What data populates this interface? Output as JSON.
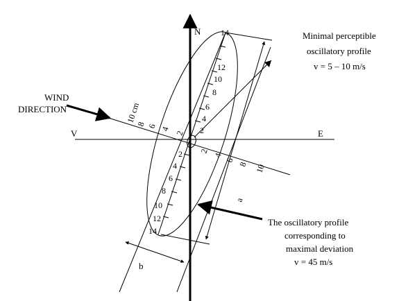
{
  "compass": {
    "north": "N",
    "west": "V",
    "east": "E"
  },
  "wind": {
    "line1": "WIND",
    "line2": "DIRECTION",
    "scale_unit_label": "10 cm"
  },
  "top_annotation": {
    "line1": "Minimal perceptible",
    "line2": "oscillatory profile",
    "line3": "v = 5 – 10 m/s"
  },
  "bottom_annotation": {
    "line1": "The oscillatory profile",
    "line2": "corresponding to",
    "line3": "maximal deviation",
    "line4": "v = 45 m/s"
  },
  "dimension_labels": {
    "a": "a",
    "b": "b"
  },
  "scales": {
    "major_axis_upper": [
      "14",
      "12",
      "10",
      "8",
      "6",
      "4",
      "2"
    ],
    "major_axis_lower": [
      "2",
      "4",
      "6",
      "8",
      "10",
      "12",
      "14"
    ],
    "wind_axis_upper": [
      "8",
      "6",
      "4",
      "2"
    ],
    "wind_axis_lower": [
      "2",
      "4",
      "6",
      "8",
      "10"
    ]
  }
}
